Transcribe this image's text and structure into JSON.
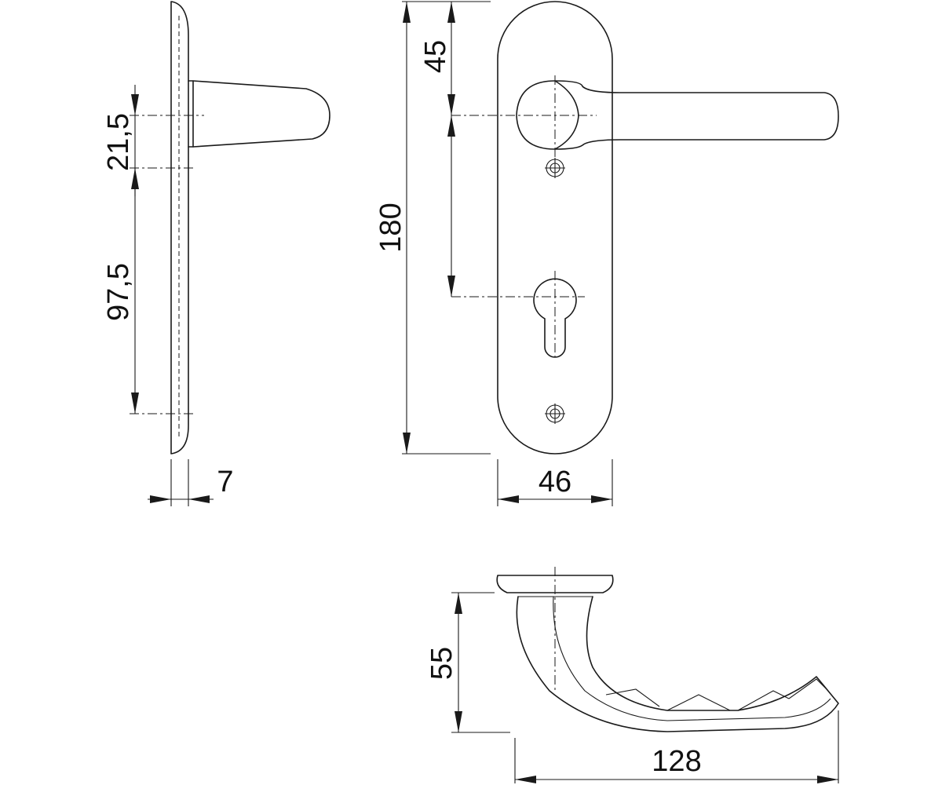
{
  "dimensions": {
    "side_21_5": "21,5",
    "side_97_5": "97,5",
    "side_thickness_7": "7",
    "front_height_180": "180",
    "front_45": "45",
    "front_width_46": "46",
    "bottom_55": "55",
    "bottom_128": "128"
  }
}
